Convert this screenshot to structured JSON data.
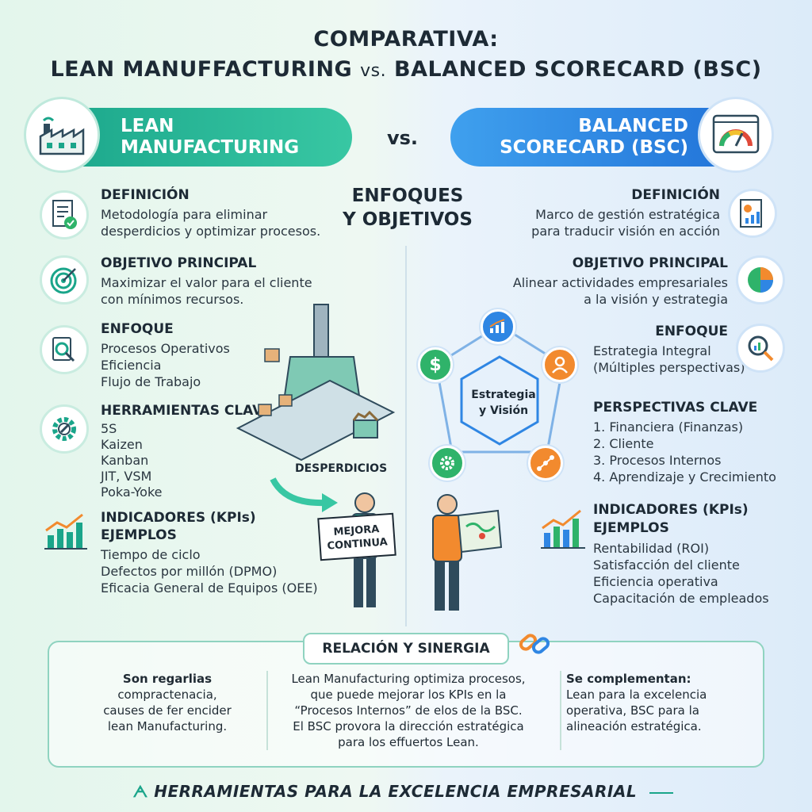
{
  "title": {
    "line1": "COMPARATIVA:",
    "line2_left": "LEAN MANUFFACTURING",
    "line2_vs": "vs.",
    "line2_right": "BALANCED SCORECARD (BSC)"
  },
  "banners": {
    "lean_line1": "LEAN",
    "lean_line2": "MANUFACTURING",
    "vs": "vs.",
    "bsc_line1": "BALANCED",
    "bsc_line2": "SCORECARD (BSC)"
  },
  "center_title": {
    "line1": "ENFOQUES",
    "line2": "Y OBJETIVOS"
  },
  "lean": {
    "definicion": {
      "heading": "DEFINICIÓN",
      "line1": "Metodología para eliminar",
      "line2": "desperdicios y optimizar procesos."
    },
    "objetivo": {
      "heading": "OBJETIVO PRINCIPAL",
      "line1": "Maximizar el valor para el cliente",
      "line2": "con mínimos recursos."
    },
    "enfoque": {
      "heading": "ENFOQUE",
      "line1": "Procesos Operativos",
      "line2": "Eficiencia",
      "line3": "Flujo de Trabajo"
    },
    "herramientas": {
      "heading": "HERRAMIENTAS CLAVE",
      "items": [
        "5S",
        "Kaizen",
        "Kanban",
        "JIT, VSM",
        "Poka-Yoke"
      ]
    },
    "kpis": {
      "heading1": "INDICADORES (KPIs)",
      "heading2": "EJEMPLOS",
      "items": [
        "Tiempo de ciclo",
        "Defectos por millón (DPMO)",
        "Eficacia General de Equipos (OEE)"
      ]
    },
    "desperdicios": "DESPERDICIOS",
    "sign_line1": "MEJORA",
    "sign_line2": "CONTINUA"
  },
  "bsc": {
    "definicion": {
      "heading": "DEFINICIÓN",
      "line1": "Marco de gestión estratégica",
      "line2": "para traducir visión en acción"
    },
    "objetivo": {
      "heading": "OBJETIVO PRINCIPAL",
      "line1": "Alinear actividades empresariales",
      "line2": "a la visión y estrategia"
    },
    "enfoque": {
      "heading": "ENFOQUE",
      "line1": "Estrategia Integral",
      "line2": "(Múltiples perspectivas)"
    },
    "perspectivas": {
      "heading": "PERSPECTIVAS CLAVE",
      "items": [
        "1. Financiera (Finanzas)",
        "2. Cliente",
        "3. Procesos Internos",
        "4. Aprendizaje y Crecimiento"
      ]
    },
    "kpis": {
      "heading1": "INDICADORES (KPIs)",
      "heading2": "EJEMPLOS",
      "items": [
        "Rentabilidad (ROI)",
        "Satisfacción del cliente",
        "Eficiencia operativa",
        "Capacitación de empleados"
      ]
    },
    "hub_line1": "Estrategia",
    "hub_line2": "y Visión"
  },
  "relacion": {
    "title": "RELACIÓN Y SINERGIA",
    "left": {
      "line1": "Son regarlias",
      "line2": "compractenacia,",
      "line3": "causes de fer encider",
      "line4": "lean Manufacturing."
    },
    "center": {
      "line1": "Lean Manufacturing optimiza procesos,",
      "line2": "que puede mejorar los KPIs en la",
      "line3": "“Procesos Internos” de elos de la BSC.",
      "line4": "El BSC provora la dirección estratégica",
      "line5": "para los effuertos Lean."
    },
    "right": {
      "line1": "Se complementan:",
      "line2": "Lean para la excelencia",
      "line3": "operativa, BSC para la",
      "line4": "alineación estratégica."
    }
  },
  "footer": "HERRAMIENTAS PARA LA EXCELENCIA EMPRESARIAL",
  "colors": {
    "lean_accent": "#1aa58a",
    "bsc_accent": "#2f86e3",
    "orange": "#f28a2e"
  }
}
